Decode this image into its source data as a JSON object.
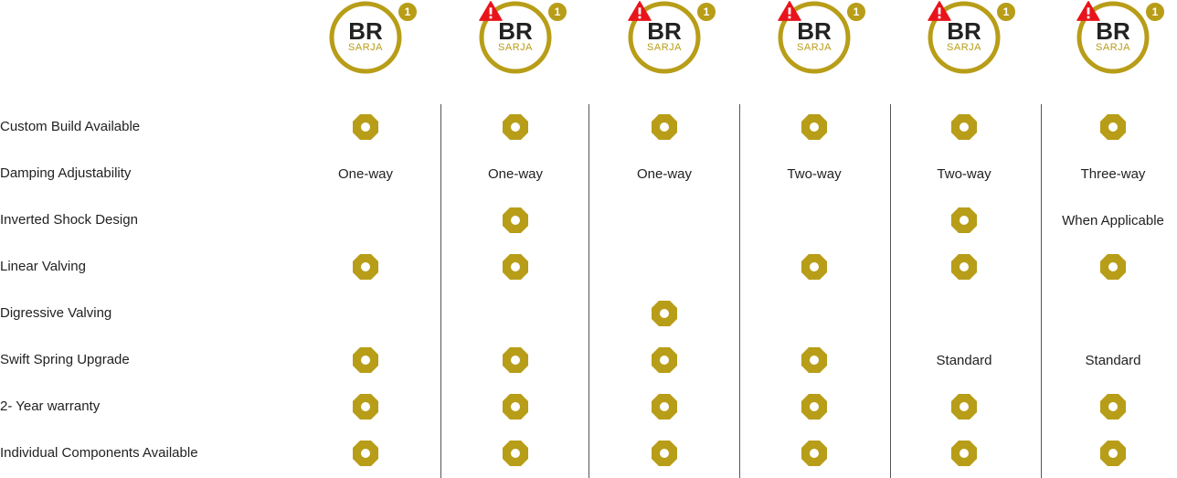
{
  "badge_colors": {
    "ring": "#b89d18",
    "warning": "#e8141c"
  },
  "columns": [
    {
      "brand": "BR",
      "sub": "SARJA",
      "num": "1",
      "warning": false
    },
    {
      "brand": "BR",
      "sub": "SARJA",
      "num": "1",
      "warning": true
    },
    {
      "brand": "BR",
      "sub": "SARJA",
      "num": "1",
      "warning": true
    },
    {
      "brand": "BR",
      "sub": "SARJA",
      "num": "1",
      "warning": true
    },
    {
      "brand": "BR",
      "sub": "SARJA",
      "num": "1",
      "warning": true
    },
    {
      "brand": "BR",
      "sub": "SARJA",
      "num": "1",
      "warning": true
    }
  ],
  "rows": [
    {
      "label": "Custom Build Available",
      "cells": [
        "check",
        "check",
        "check",
        "check",
        "check",
        "check"
      ]
    },
    {
      "label": "Damping Adjustability",
      "cells": [
        "One-way",
        "One-way",
        "One-way",
        "Two-way",
        "Two-way",
        "Three-way"
      ]
    },
    {
      "label": "Inverted Shock Design",
      "cells": [
        "",
        "check",
        "",
        "",
        "check",
        "When Applicable"
      ]
    },
    {
      "label": "Linear Valving",
      "cells": [
        "check",
        "check",
        "",
        "check",
        "check",
        "check"
      ]
    },
    {
      "label": "Digressive Valving",
      "cells": [
        "",
        "",
        "check",
        "",
        "",
        ""
      ]
    },
    {
      "label": "Swift Spring Upgrade",
      "cells": [
        "check",
        "check",
        "check",
        "check",
        "Standard",
        "Standard"
      ]
    },
    {
      "label": "2- Year warranty",
      "cells": [
        "check",
        "check",
        "check",
        "check",
        "check",
        "check"
      ]
    },
    {
      "label": "Individual Components Available",
      "cells": [
        "check",
        "check",
        "check",
        "check",
        "check",
        "check"
      ]
    }
  ],
  "icons": {
    "check": "octagon-dot-icon",
    "warning": "warning-triangle-icon"
  }
}
